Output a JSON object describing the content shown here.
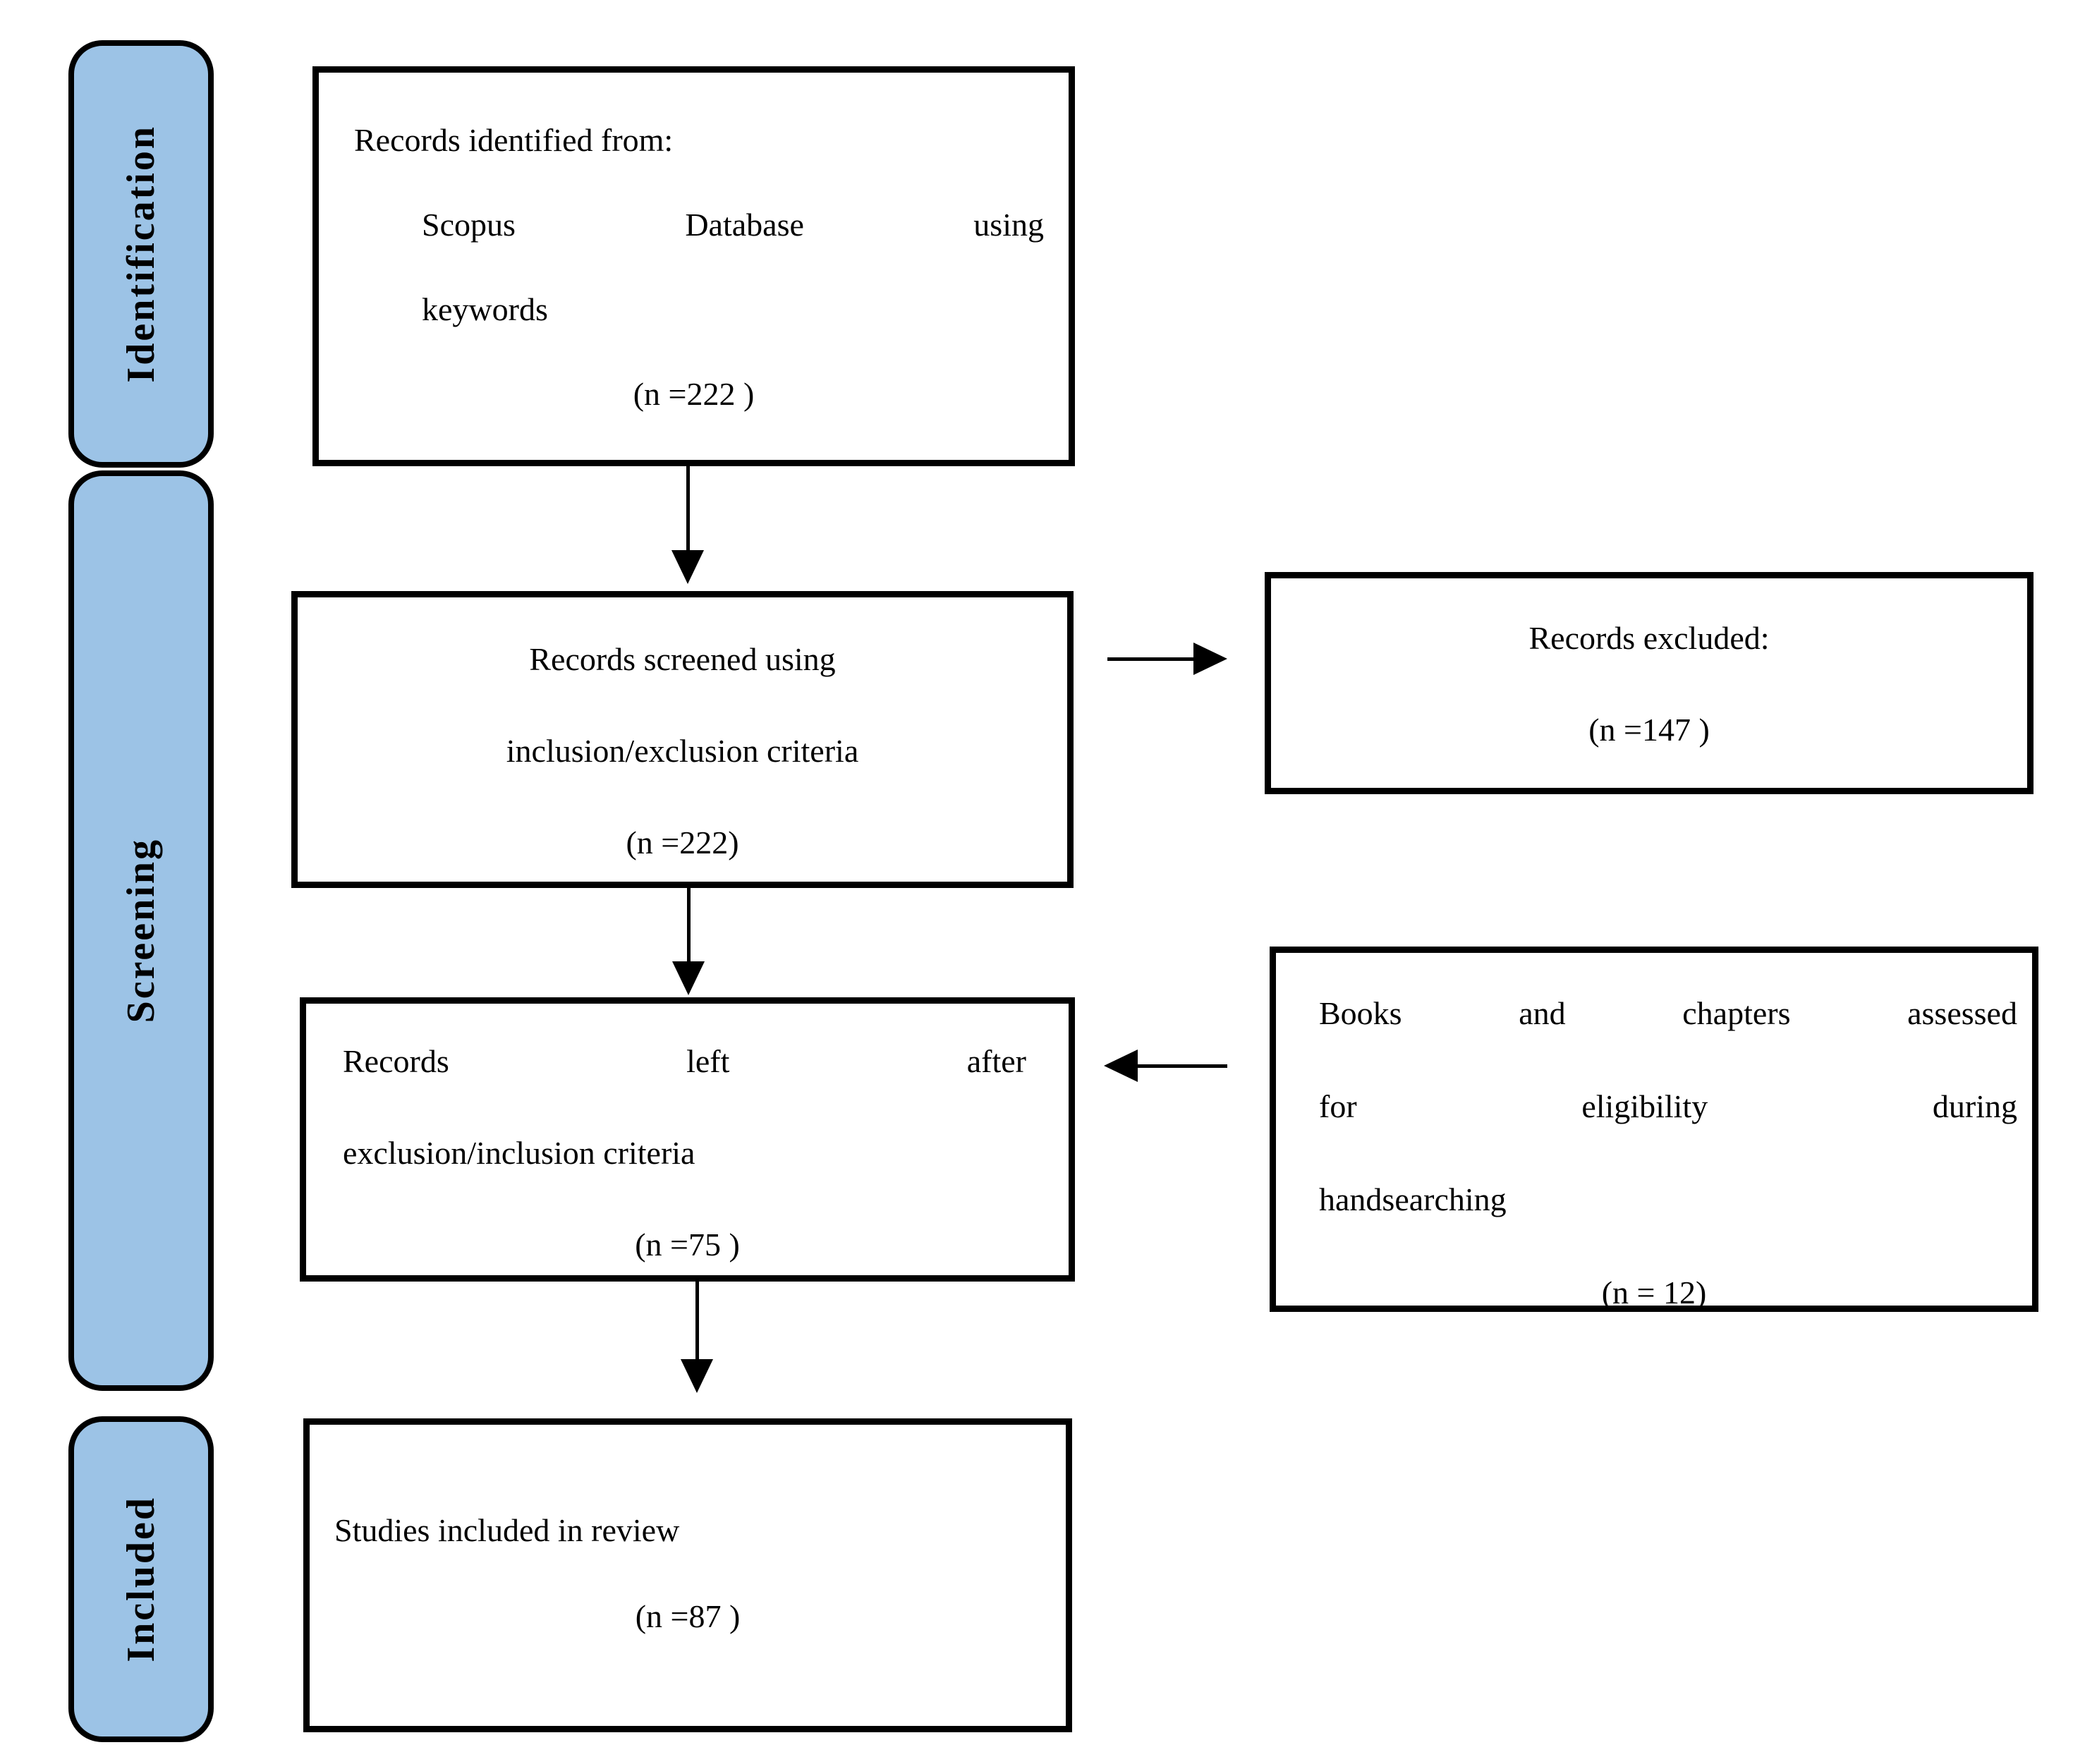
{
  "colors": {
    "stage_pill_fill": "#9CC3E6",
    "outline": "#000000",
    "background": "#ffffff"
  },
  "sidebar": {
    "items": [
      {
        "label": "Identification"
      },
      {
        "label": "Screening"
      },
      {
        "label": "Included"
      }
    ]
  },
  "boxes": {
    "identified": {
      "l1": "Records identified from:",
      "w1": "Scopus",
      "w2": "Database",
      "w3": "using",
      "l3": "keywords",
      "n": "(n =222 )"
    },
    "screened": {
      "l1": "Records screened using",
      "l2": "inclusion/exclusion criteria",
      "n": "(n =222)"
    },
    "left_after": {
      "w1": "Records",
      "w2": "left",
      "w3": "after",
      "l2": "exclusion/inclusion criteria",
      "n": "(n =75 )"
    },
    "included": {
      "l1": "Studies included in review",
      "n": "(n =87 )"
    },
    "excluded": {
      "l1": "Records excluded:",
      "n": "(n =147 )"
    },
    "handsearch": {
      "w1": "Books",
      "w2": "and",
      "w3": "chapters",
      "w4": "assessed",
      "x1": "for",
      "x2": "eligibility",
      "x3": "during",
      "l3": "handsearching",
      "n": "(n = 12)"
    }
  }
}
